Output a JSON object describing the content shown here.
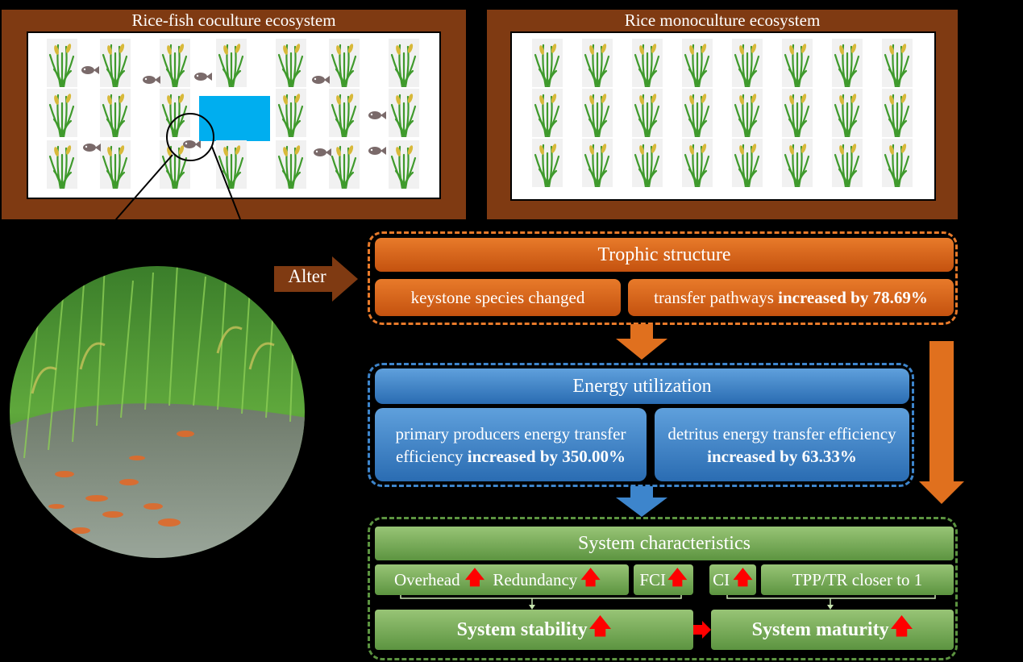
{
  "fields": {
    "coculture_title": "Rice-fish coculture ecosystem",
    "monoculture_title": "Rice monoculture ecosystem"
  },
  "alter_label": "Alter",
  "trophic": {
    "title": "Trophic structure",
    "keystone": "keystone species changed",
    "pathways_prefix": "transfer pathways ",
    "pathways_bold": "increased by 78.69%"
  },
  "energy": {
    "title": "Energy utilization",
    "primary_prefix": "primary producers energy transfer efficiency ",
    "primary_bold": "increased by 350.00%",
    "detritus_prefix": "detritus energy transfer efficiency ",
    "detritus_bold": "increased by 63.33%"
  },
  "system": {
    "title": "System characteristics",
    "overhead": "Overhead",
    "redundancy": "Redundancy",
    "fci": "FCI",
    "ci": "CI",
    "tpp_tr": "TPP/TR closer to 1",
    "stability": "System stability",
    "maturity": "System maturity"
  },
  "colors": {
    "frame_brown": "#7f3a12",
    "orange": "#e87a2a",
    "blue": "#3d85cc",
    "green": "#7aac58",
    "up_arrow": "#ff0000",
    "pond_blue": "#00aeef"
  }
}
